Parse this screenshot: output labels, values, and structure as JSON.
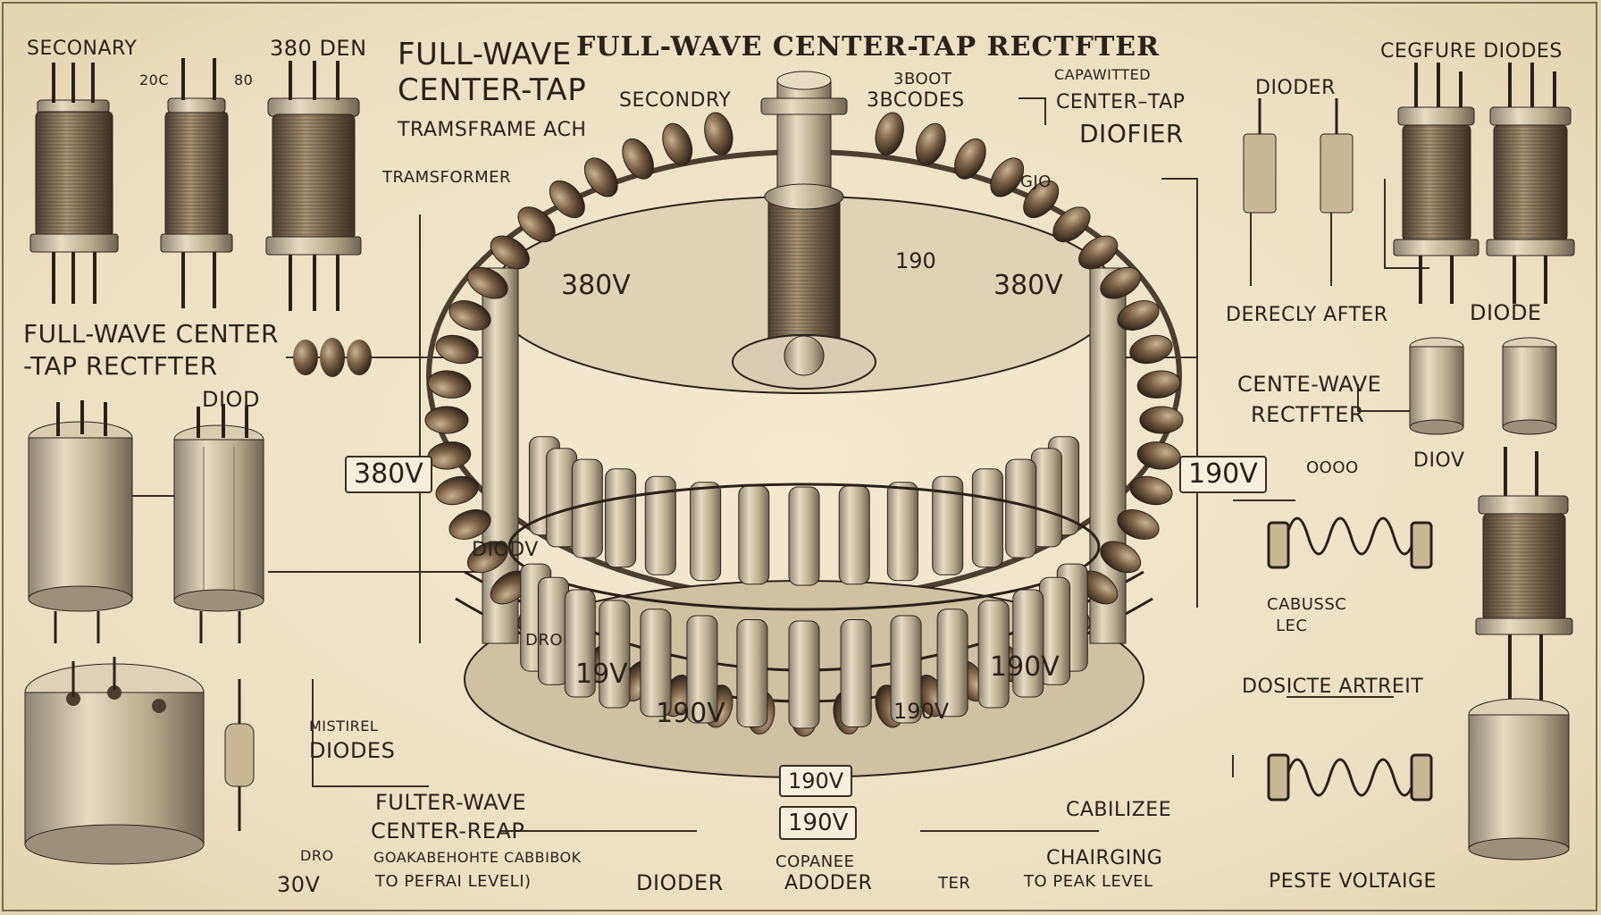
{
  "title": "FULL-WAVE CENTER-TAP RECTFTER",
  "labels": {
    "secondary_tl": "SECONARY",
    "den_380": "380 DEN",
    "full_wave_heading": "FULL-WAVE",
    "center_tap_heading": "CENTER-TAP",
    "transframe": "TRAMSFRAME ACH",
    "secondary_mid": "SECONDRY",
    "transformer": "TRAMSFORMER",
    "n20": "20C",
    "n80": "80",
    "sboot": "3BOOT",
    "sbcodes": "3BCODES",
    "capawitted": "CAPAWITTED",
    "center_tap_right": "CENTER–TAP",
    "diofier": "DIOFIER",
    "gjo": "GJO",
    "cegfure": "CEGFURE DIODES",
    "dioder_tr": "DIODER",
    "fw_center_left": "FULL-WAVE CENTER",
    "tap_rectfter": "-TAP RECTFTER",
    "diod": "DIOD",
    "derecly": "DERECLY AFTER",
    "diode_r": "DIODE",
    "cente_wave": "CENTE-WAVE",
    "rectfter_r": "RECTFTER",
    "diov": "DIOV",
    "diodv": "DIODV",
    "odod": "OOOO",
    "cabuscc": "CABUSSC",
    "lec": "LEC",
    "dro": "DRO",
    "dosicte": "DOSICTE ARTREIT",
    "mistrel": "MISTIREL",
    "diodes": "DIODES",
    "fulter": "FULTER-WAVE",
    "center_reap": "CENTER-REAP",
    "garble_bottom": "GOAKABEHOHTE CABBIBOK",
    "to_peak": "TO PEFRAI LEVELI)",
    "dro2": "DRO",
    "v30": "30V",
    "dioder_b": "DIODER",
    "copanee": "COPANEE",
    "adoder": "ADODER",
    "ter": "TER",
    "cabilizee": "CABILIZEE",
    "charging": "CHAIRGING",
    "to_peak_level": "TO PEAK LEVEL",
    "peste": "PESTE VOLTAIGE"
  },
  "voltages": {
    "v380_top_left": "380V",
    "v190_top": "190",
    "v380_top_right": "380V",
    "v380_box": "380V",
    "v190_box": "190V",
    "v19": "19V",
    "v190_low": "190V",
    "v190_right_low": "190V",
    "v190_bottom1": "190V",
    "v190_bottom2": "190V",
    "v190_small": "190V"
  }
}
